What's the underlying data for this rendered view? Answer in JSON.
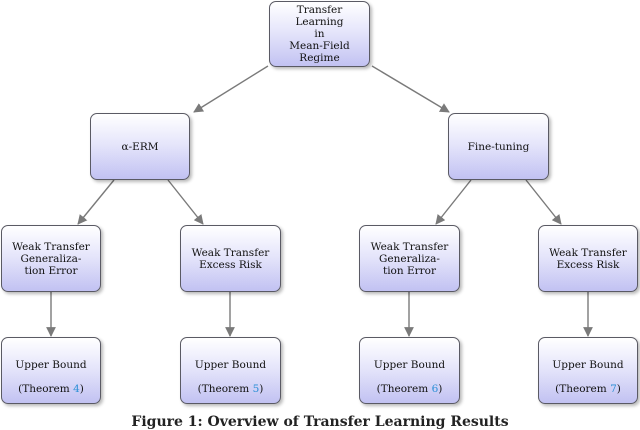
{
  "diagram": {
    "root": {
      "label": "Transfer\nLearning\nin\nMean-Field\nRegime"
    },
    "approaches": [
      {
        "label": "α-ERM"
      },
      {
        "label": "Fine-tuning"
      }
    ],
    "analyses": [
      {
        "label": "Weak Transfer\nGeneraliza-\ntion Error"
      },
      {
        "label": "Weak Transfer\nExcess Risk"
      },
      {
        "label": "Weak Transfer\nGeneraliza-\ntion Error"
      },
      {
        "label": "Weak Transfer\nExcess Risk"
      }
    ],
    "results": [
      {
        "label": "Upper Bound",
        "paren_open": "(Theorem ",
        "ref": "4",
        "paren_close": ")"
      },
      {
        "label": "Upper Bound",
        "paren_open": "(Theorem ",
        "ref": "5",
        "paren_close": ")"
      },
      {
        "label": "Upper Bound",
        "paren_open": "(Theorem ",
        "ref": "6",
        "paren_close": ")"
      },
      {
        "label": "Upper Bound",
        "paren_open": "(Theorem ",
        "ref": "7",
        "paren_close": ")"
      }
    ],
    "caption": "Figure 1: Overview of Transfer Learning Results"
  },
  "colors": {
    "node_fill_top": "#ffffff",
    "node_fill_bottom": "#c2c2f2",
    "node_border": "#5a5a64",
    "edge": "#7a7a7a",
    "reference_link": "#2b8fd6"
  }
}
